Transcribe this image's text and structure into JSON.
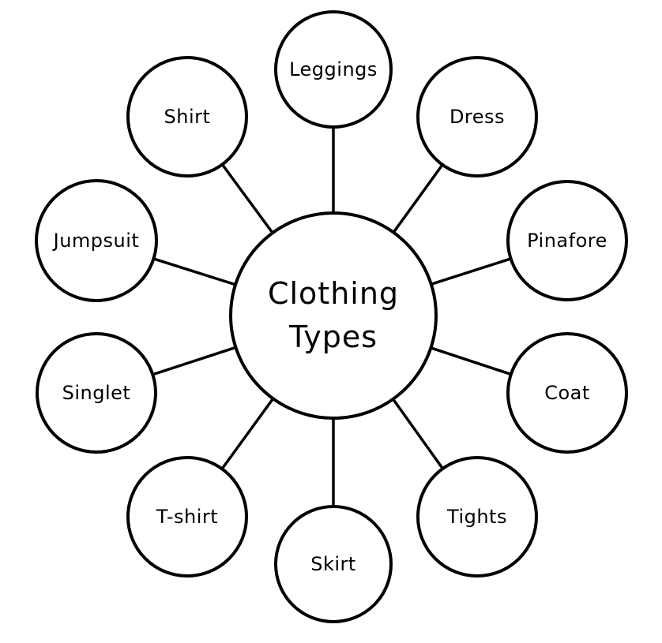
{
  "diagram": {
    "title": "Clothing Types spider diagram",
    "center": {
      "label": "Clothing Types",
      "label_line1": "Clothing",
      "label_line2": "Types"
    },
    "nodes": [
      {
        "id": "leggings",
        "label": "Leggings"
      },
      {
        "id": "shirt",
        "label": "Shirt"
      },
      {
        "id": "dress",
        "label": "Dress"
      },
      {
        "id": "jumpsuit",
        "label": "Jumpsuit"
      },
      {
        "id": "pinafore",
        "label": "Pinafore"
      },
      {
        "id": "singlet",
        "label": "Singlet"
      },
      {
        "id": "coat",
        "label": "Coat"
      },
      {
        "id": "tshirt",
        "label": "T-shirt"
      },
      {
        "id": "tights",
        "label": "Tights"
      },
      {
        "id": "skirt",
        "label": "Skirt"
      }
    ],
    "colors": {
      "stroke": "#000000",
      "node_fill": "#ffffff",
      "background": "#ffffff",
      "text": "#000000"
    }
  }
}
